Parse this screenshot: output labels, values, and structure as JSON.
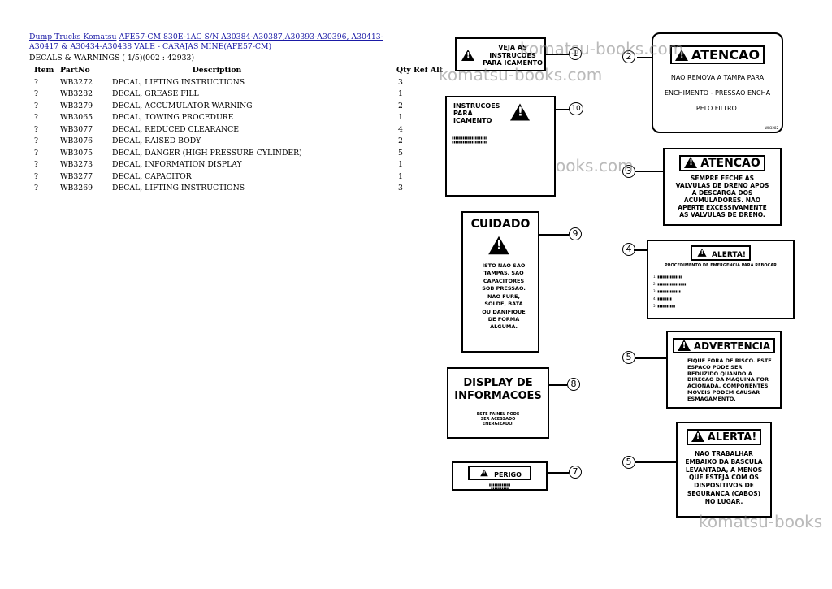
{
  "breadcrumb": {
    "link1": "Dump Trucks Komatsu",
    "link2": "AFE57-CM 830E-1AC S/N A30384-A30387,A30393-A30396, A30413-A30417 & A30434-A30438 VALE - CARAJAS MINE(AFE57-CM)"
  },
  "subtitle": "DECALS & WARNINGS ( 1/5)(002 : 42933)",
  "table": {
    "headers": {
      "item": "Item",
      "partno": "PartNo",
      "description": "Description",
      "qty": "Qty Ref Alt"
    },
    "rows": [
      {
        "item": "?",
        "partno": "WB3272",
        "description": "DECAL, LIFTING INSTRUCTIONS",
        "qty": "3"
      },
      {
        "item": "?",
        "partno": "WB3282",
        "description": "DECAL, GREASE FILL",
        "qty": "1"
      },
      {
        "item": "?",
        "partno": "WB3279",
        "description": "DECAL, ACCUMULATOR WARNING",
        "qty": "2"
      },
      {
        "item": "?",
        "partno": "WB3065",
        "description": "DECAL, TOWING PROCEDURE",
        "qty": "1"
      },
      {
        "item": "?",
        "partno": "WB3077",
        "description": "DECAL, REDUCED CLEARANCE",
        "qty": "4"
      },
      {
        "item": "?",
        "partno": "WB3076",
        "description": "DECAL, RAISED BODY",
        "qty": "2"
      },
      {
        "item": "?",
        "partno": "WB3075",
        "description": "DECAL, DANGER (HIGH PRESSURE CYLINDER)",
        "qty": "5"
      },
      {
        "item": "?",
        "partno": "WB3273",
        "description": "DECAL, INFORMATION DISPLAY",
        "qty": "1"
      },
      {
        "item": "?",
        "partno": "WB3277",
        "description": "DECAL, CAPACITOR",
        "qty": "1"
      },
      {
        "item": "?",
        "partno": "WB3269",
        "description": "DECAL, LIFTING INSTRUCTIONS",
        "qty": "3"
      }
    ]
  },
  "figure": {
    "watermark": "komatsu-books.com",
    "watermark_short": "komatsu-books",
    "watermark_frag": "ooks.com",
    "decal1": {
      "text": "VEJA AS INSTRUCOES PARA ICAMENTO"
    },
    "decal2": {
      "header": "ATENCAO",
      "line1": "NAO REMOVA A TAMPA PARA",
      "line2": "ENCHIMENTO - PRESSAO ENCHA",
      "line3": "PELO FILTRO.",
      "code": "WB3282"
    },
    "decal3": {
      "header": "ATENCAO",
      "body": "SEMPRE FECHE AS VALVULAS DE DRENO APOS A DESCARGA DOS ACUMULADORES. NAO APERTE EXCESSIVAMENTE AS VALVULAS DE DRENO."
    },
    "decal4": {
      "header": "ALERTA!",
      "title": "PROCEDIMENTO DE EMERGENCIA PARA REBOCAR"
    },
    "decal5": {
      "header": "ADVERTENCIA",
      "body": "FIQUE FORA DE RISCO. ESTE ESPACO PODE SER REDUZIDO QUANDO A DIRECAO DA MAQUINA FOR ACIONADA. COMPONENTES MOVEIS PODEM CAUSAR ESMAGAMENTO."
    },
    "decal6": {
      "header": "ALERTA!",
      "body": "NAO TRABALHAR EMBAIXO DA BASCULA LEVANTADA, A MENOS QUE ESTEJA COM OS DISPOSITIVOS DE SEGURANCA (CABOS) NO LUGAR."
    },
    "decal7": {
      "header": "PERIGO"
    },
    "decal8": {
      "header": "DISPLAY DE INFORMACOES",
      "body": "ESTE PAINEL PODE SER ACESSADO ENERGIZADO."
    },
    "decal9": {
      "header": "CUIDADO",
      "body": "ISTO NAO SAO TAMPAS. SAO CAPACITORES SOB PRESSAO. NAO FURE, SOLDE, BATA OU DANIFIQUE DE FORMA ALGUMA."
    },
    "decal10": {
      "header": "INSTRUCOES PARA ICAMENTO"
    },
    "callouts": {
      "c1": "1",
      "c2": "2",
      "c3": "3",
      "c4": "4",
      "c5a": "5",
      "c5b": "5",
      "c7": "7",
      "c8": "8",
      "c9": "9",
      "c10": "10"
    }
  }
}
